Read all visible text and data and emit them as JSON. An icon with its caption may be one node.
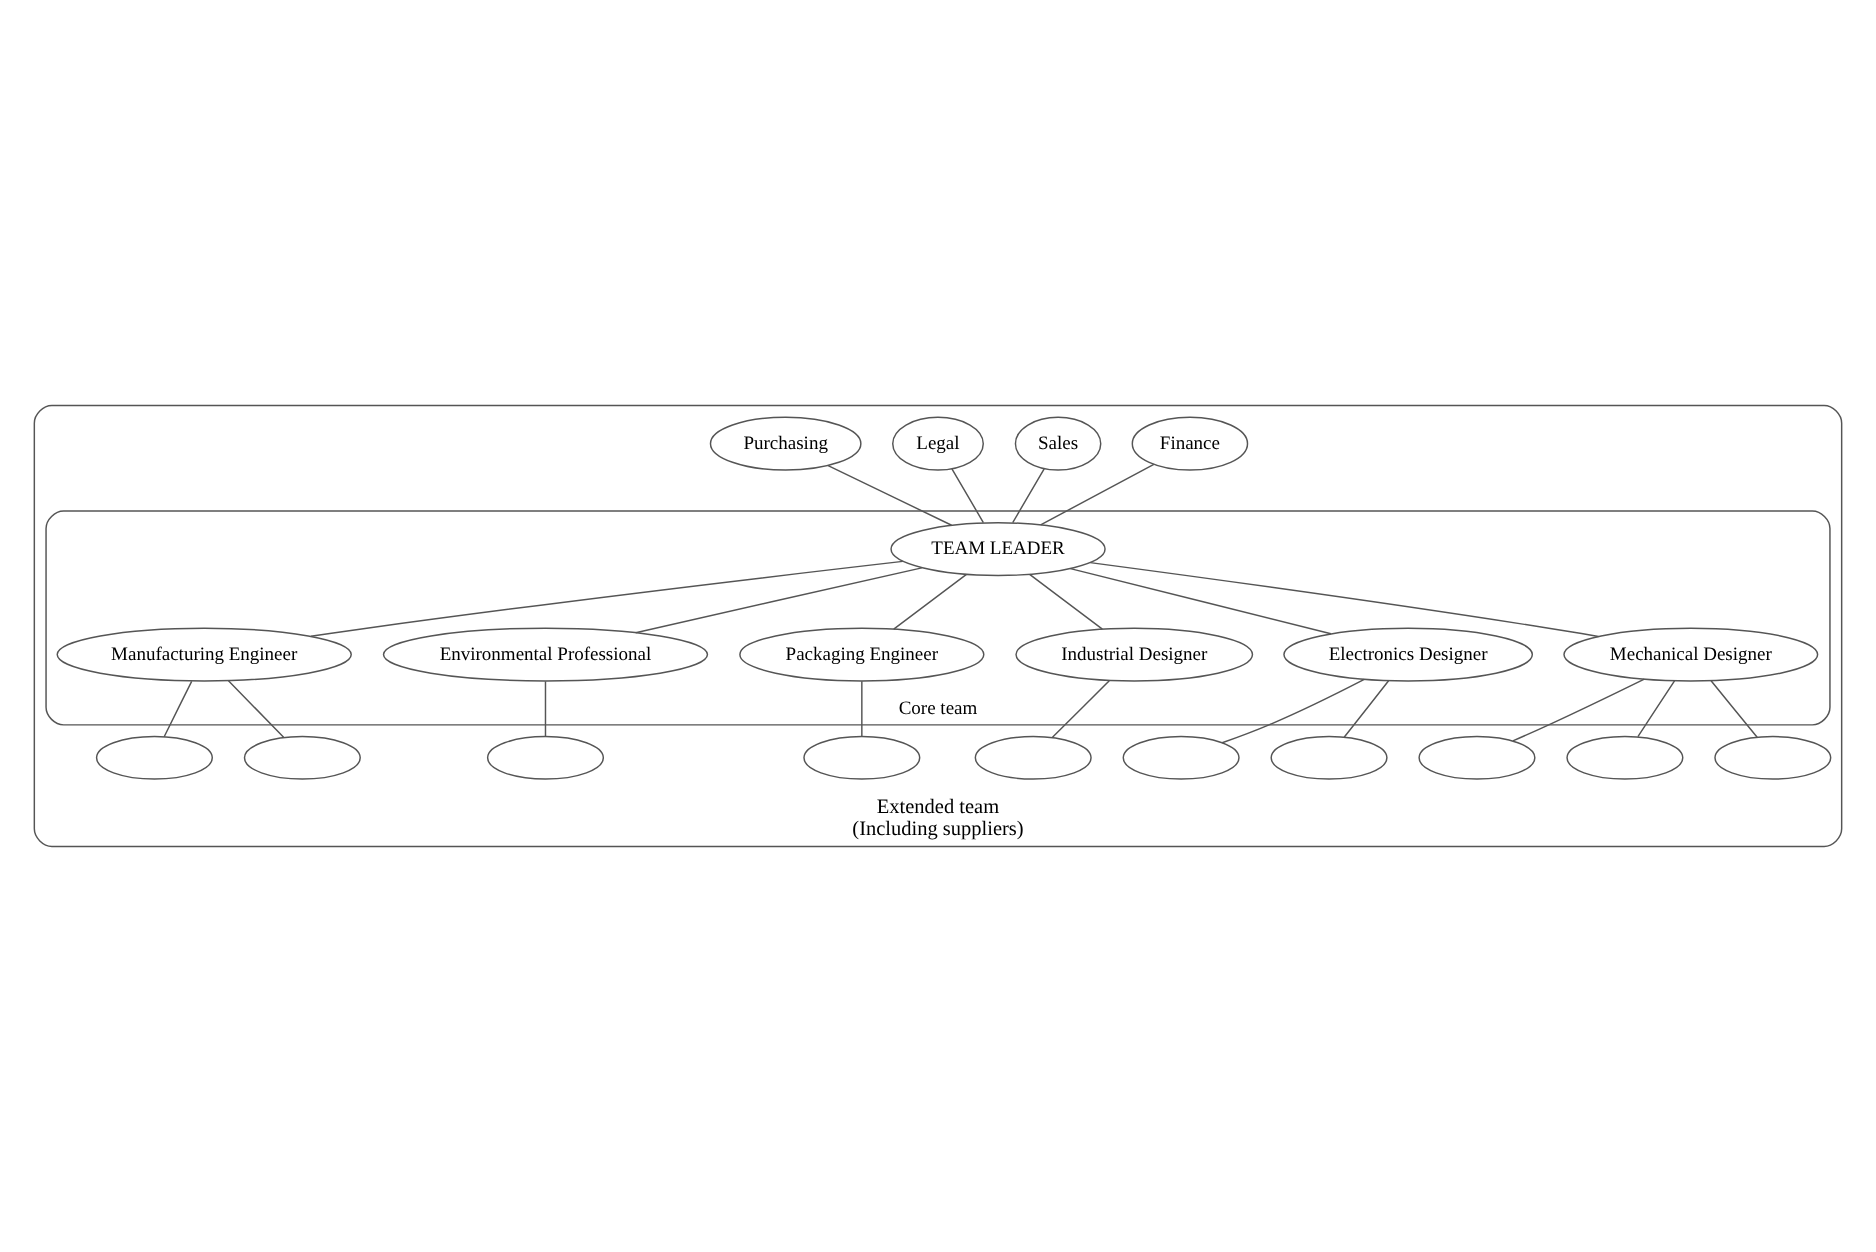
{
  "diagram": {
    "nodes": [
      {
        "text": [
          "Extended team",
          "(Including suppliers)"
        ]
      },
      {
        "text": [
          "Core team"
        ],
        "in": 0
      },
      {
        "text": [
          "TEAM LEADER"
        ],
        "in": 1
      },
      {
        "text": [
          "Manufacturing Engineer"
        ],
        "in": 1
      },
      {
        "text": [
          "Environmental Professional"
        ],
        "in": 1
      },
      {
        "text": [
          "Packaging Engineer"
        ],
        "in": 1
      },
      {
        "text": [
          "Industrial Designer"
        ],
        "in": 1
      },
      {
        "text": [
          "Electronics Designer"
        ],
        "in": 1
      },
      {
        "text": [
          "Mechanical Designer"
        ],
        "in": 1
      },
      {
        "text": [
          "Finance"
        ],
        "in": 0
      },
      {
        "text": [
          "Sales"
        ],
        "in": 0
      },
      {
        "text": [
          "Legal"
        ],
        "in": 0
      },
      {
        "text": [
          "Purchasing"
        ],
        "in": 0
      },
      {
        "text": [],
        "shape": "ellipse",
        "in": 0
      },
      {
        "text": [],
        "shape": "ellipse",
        "in": 0
      },
      {
        "text": [],
        "shape": "ellipse",
        "in": 0
      },
      {
        "text": [],
        "shape": "ellipse",
        "in": 0
      },
      {
        "text": [],
        "shape": "ellipse",
        "in": 0
      },
      {
        "text": [],
        "shape": "ellipse",
        "in": 0
      },
      {
        "text": [],
        "shape": "ellipse",
        "in": 0
      },
      {
        "text": [],
        "shape": "ellipse",
        "in": 0
      },
      {
        "text": [],
        "shape": "ellipse",
        "in": 0
      },
      {
        "text": [],
        "shape": "ellipse",
        "in": 0
      }
    ],
    "edges": [
      {
        "from": 9,
        "to": 2,
        "arrow": "none"
      },
      {
        "from": 10,
        "to": 2,
        "arrow": "none"
      },
      {
        "from": 11,
        "to": 2,
        "arrow": "none"
      },
      {
        "from": 12,
        "to": 2,
        "arrow": "none"
      },
      {
        "from": 2,
        "to": 3,
        "arrow": "none"
      },
      {
        "from": 2,
        "to": 4,
        "arrow": "none"
      },
      {
        "from": 2,
        "to": 5,
        "arrow": "none"
      },
      {
        "from": 2,
        "to": 6,
        "arrow": "none"
      },
      {
        "from": 2,
        "to": 7,
        "arrow": "none"
      },
      {
        "from": 2,
        "to": 8,
        "arrow": "none"
      },
      {
        "from": 3,
        "to": 13,
        "arrow": "none"
      },
      {
        "from": 3,
        "to": 14,
        "arrow": "none"
      },
      {
        "from": 4,
        "to": 15,
        "arrow": "none"
      },
      {
        "from": 5,
        "to": 16,
        "arrow": "none"
      },
      {
        "from": 6,
        "to": 17,
        "arrow": "none"
      },
      {
        "from": 7,
        "to": 18,
        "arrow": "none"
      },
      {
        "from": 7,
        "to": 19,
        "arrow": "none"
      },
      {
        "from": 8,
        "to": 20,
        "arrow": "none"
      },
      {
        "from": 8,
        "to": 21,
        "arrow": "none"
      },
      {
        "from": 8,
        "to": 22,
        "arrow": "none"
      }
    ]
  }
}
